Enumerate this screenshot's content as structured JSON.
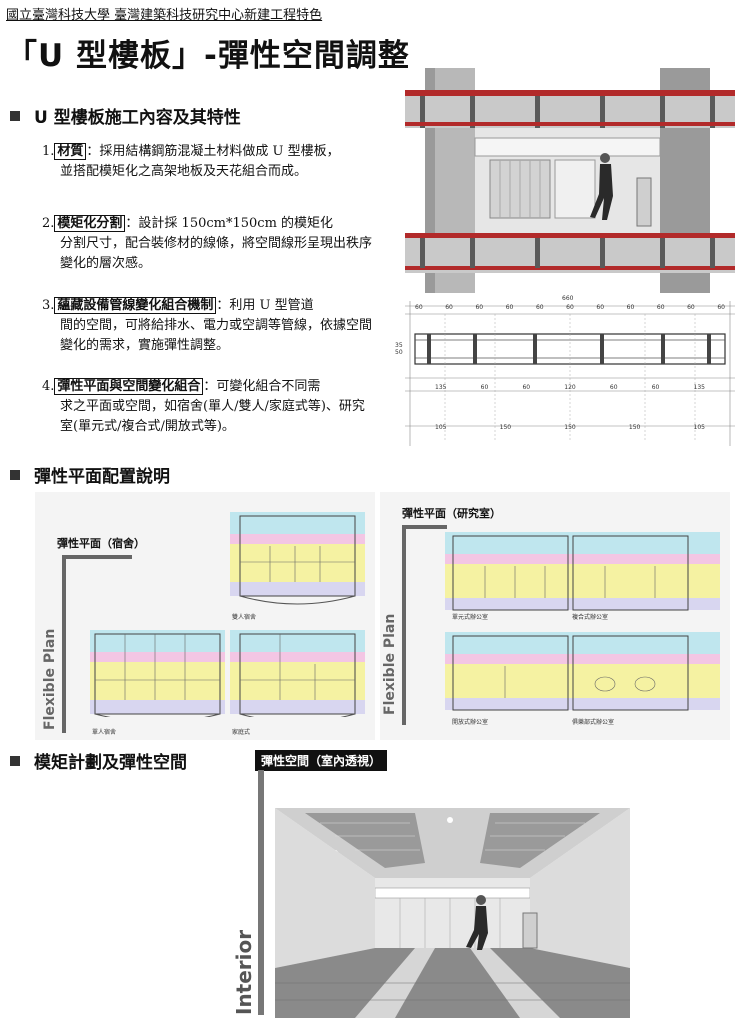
{
  "header": {
    "text": "國立臺灣科技大學  臺灣建築科技研究中心新建工程特色"
  },
  "title": "「U 型樓板」-彈性空間調整",
  "sections": [
    {
      "heading": "U 型樓板施工內容及其特性"
    },
    {
      "heading": "彈性平面配置說明"
    },
    {
      "heading": "模矩計劃及彈性空間"
    }
  ],
  "items": [
    {
      "num": "1.",
      "term": "材質",
      "line1": "：採用結構鋼筋混凝土材料做成 U 型樓板，",
      "cont": "並搭配模矩化之高架地板及天花組合而成。"
    },
    {
      "num": "2.",
      "term": "模矩化分割",
      "line1": "：設計採 150cm*150cm 的模矩化",
      "cont": "分割尺寸，配合裝修材的線條，將空間線形呈現出秩序變化的層次感。"
    },
    {
      "num": "3.",
      "term": "蘊藏設備管線變化組合機制",
      "line1": "：利用 U 型管道",
      "cont": "間的空間，可將給排水、電力或空調等管線，依據空間變化的需求，實施彈性調整。"
    },
    {
      "num": "4.",
      "term": "彈性平面與空間變化組合",
      "line1": "：可變化組合不同需",
      "cont": "求之平面或空間，如宿舍(單人/雙人/家庭式等)、研究室(單元式/複合式/開放式等)。"
    }
  ],
  "dimensions": {
    "overall": "660",
    "top_row": [
      "60",
      "60",
      "60",
      "60",
      "60",
      "60",
      "60",
      "60",
      "60",
      "60",
      "60"
    ],
    "mid_row": [
      "135",
      "60",
      "60",
      "120",
      "60",
      "60",
      "135"
    ],
    "bottom_row": [
      "105",
      "150",
      "150",
      "150",
      "105"
    ],
    "side": [
      "35",
      "50"
    ]
  },
  "plans": {
    "dorm": {
      "label": "彈性平面（宿舍）",
      "vertical": "Flexible Plan",
      "captions": [
        "雙人宿舍",
        "單人宿舍",
        "家庭式"
      ]
    },
    "lab": {
      "label": "彈性平面（研究室）",
      "vertical": "Flexible Plan",
      "captions": [
        "單元式辦公室",
        "複合式辦公室",
        "開放式辦公室",
        "俱樂部式辦公室"
      ]
    }
  },
  "interior": {
    "label": "彈性空間（室內透視）",
    "vertical": "Interior"
  },
  "colors": {
    "accent_red": "#b22a2a",
    "band_cyan": "#bfe6ee",
    "band_pink": "#f3c6e4",
    "band_yellow": "#f5f2a2",
    "band_lavender": "#d8d6f0"
  }
}
